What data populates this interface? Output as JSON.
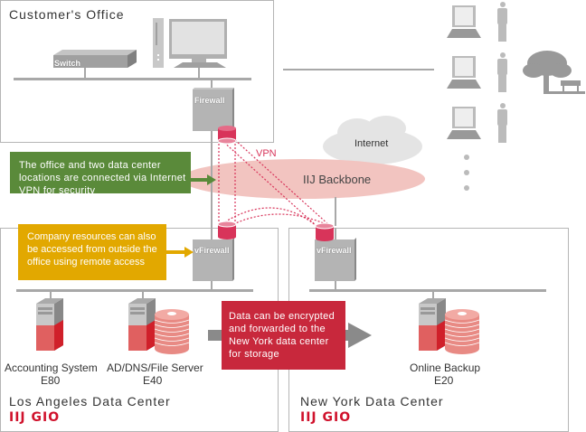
{
  "office": {
    "title": "Customer's Office",
    "switch_label": "Switch",
    "firewall_label": "Firewall"
  },
  "remote": {
    "internet_label": "Internet",
    "backbone_label": "IIJ Backbone",
    "vpn_label": "VPN"
  },
  "callouts": {
    "vpn_note": "The office and two data center locations are connected via Internet VPN for security",
    "remote_note": "Company resources can also be accessed from outside the office using remote access",
    "storage_note": "Data can be encrypted and forwarded to the New York data center for storage"
  },
  "la": {
    "title": "Los Angeles Data Center",
    "logo": "IIJ GIO",
    "vfirewall_label": "vFirewall",
    "servers": [
      {
        "name": "Accounting System",
        "model": "E80"
      },
      {
        "name": "AD/DNS/File Server",
        "model": "E40"
      }
    ]
  },
  "ny": {
    "title": "New York Data Center",
    "logo": "IIJ GIO",
    "vfirewall_label": "vFirewall",
    "servers": [
      {
        "name": "Online Backup",
        "model": "E20"
      }
    ]
  },
  "colors": {
    "vpn_red": "#d8345a",
    "green_callout": "#5a8a3a",
    "yellow_callout": "#e2a800",
    "red_callout": "#c8283c",
    "backbone_pink": "#f2c4c0",
    "logo_red": "#d0122c"
  }
}
